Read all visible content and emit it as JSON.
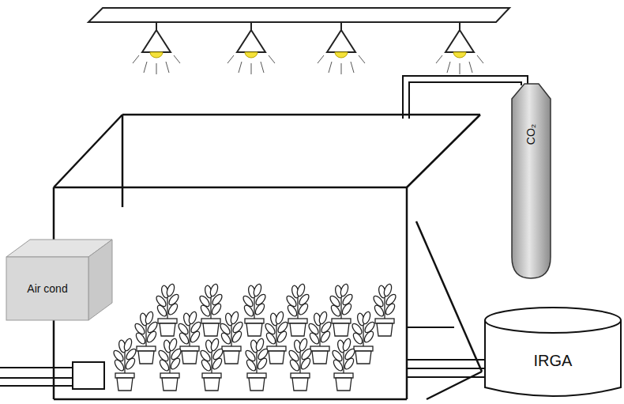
{
  "diagram": {
    "nodes": [
      {
        "text": [
          "Air cond"
        ]
      },
      {
        "text": [
          "CO₂"
        ]
      },
      {
        "text": [
          "IRGA"
        ]
      }
    ]
  }
}
